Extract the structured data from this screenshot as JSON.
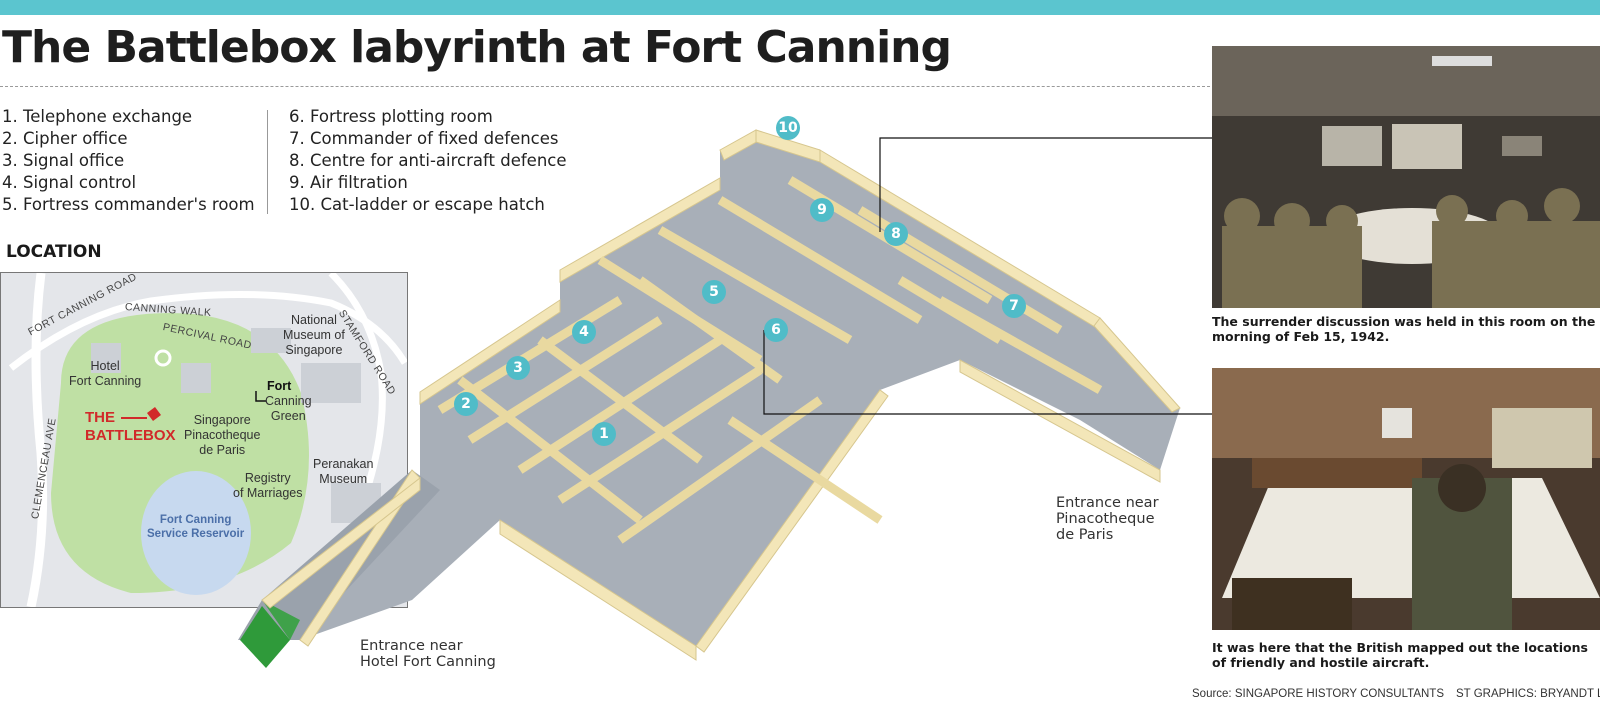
{
  "title": "The Battlebox labyrinth at Fort Canning",
  "legend_left": [
    "1. Telephone exchange",
    "2. Cipher office",
    "3. Signal office",
    "4. Signal control",
    "5. Fortress commander's room"
  ],
  "legend_right": [
    "6. Fortress plotting room",
    "7. Commander of fixed defences",
    "8. Centre for anti-aircraft defence",
    "9. Air filtration",
    "10. Cat-ladder or escape hatch"
  ],
  "location_heading": "LOCATION",
  "map": {
    "roads": {
      "fort_canning_road": "FORT CANNING ROAD",
      "canning_walk": "CANNING WALK",
      "percival_road": "PERCIVAL ROAD",
      "stamford_road": "STAMFORD ROAD",
      "clemenceau_ave": "CLEMENCEAU AVE"
    },
    "hotel": "Hotel\nFort Canning",
    "museum": "National\nMuseum of\nSingapore",
    "fort_green_1": "Fort",
    "fort_green_2": "Canning\nGreen",
    "pinacotheque": "Singapore\nPinacotheque\nde Paris",
    "registry": "Registry\nof Marriages",
    "peranakan": "Peranakan\nMuseum",
    "battlebox": "THE\nBATTLEBOX",
    "reservoir": "Fort Canning\nService Reservoir"
  },
  "markers": [
    "1",
    "2",
    "3",
    "4",
    "5",
    "6",
    "7",
    "8",
    "9",
    "10"
  ],
  "entrances": {
    "hotel": "Entrance near\nHotel Fort Canning",
    "pinacotheque": "Entrance near\nPinacotheque\nde Paris"
  },
  "captions": {
    "photo1": "The surrender discussion was held in this room on the morning of Feb 15, 1942.",
    "photo2": "It was here that the British mapped out the locations of friendly and hostile aircraft."
  },
  "footer": {
    "source": "Source: SINGAPORE HISTORY CONSULTANTS",
    "credit": "ST GRAPHICS: BRYANDT LYN"
  },
  "colors": {
    "accent": "#5bc5cf",
    "wall": "#f3e6b8",
    "floor": "#9ea6b0",
    "marker": "#50bcc8",
    "battlebox": "#d12a2a"
  }
}
